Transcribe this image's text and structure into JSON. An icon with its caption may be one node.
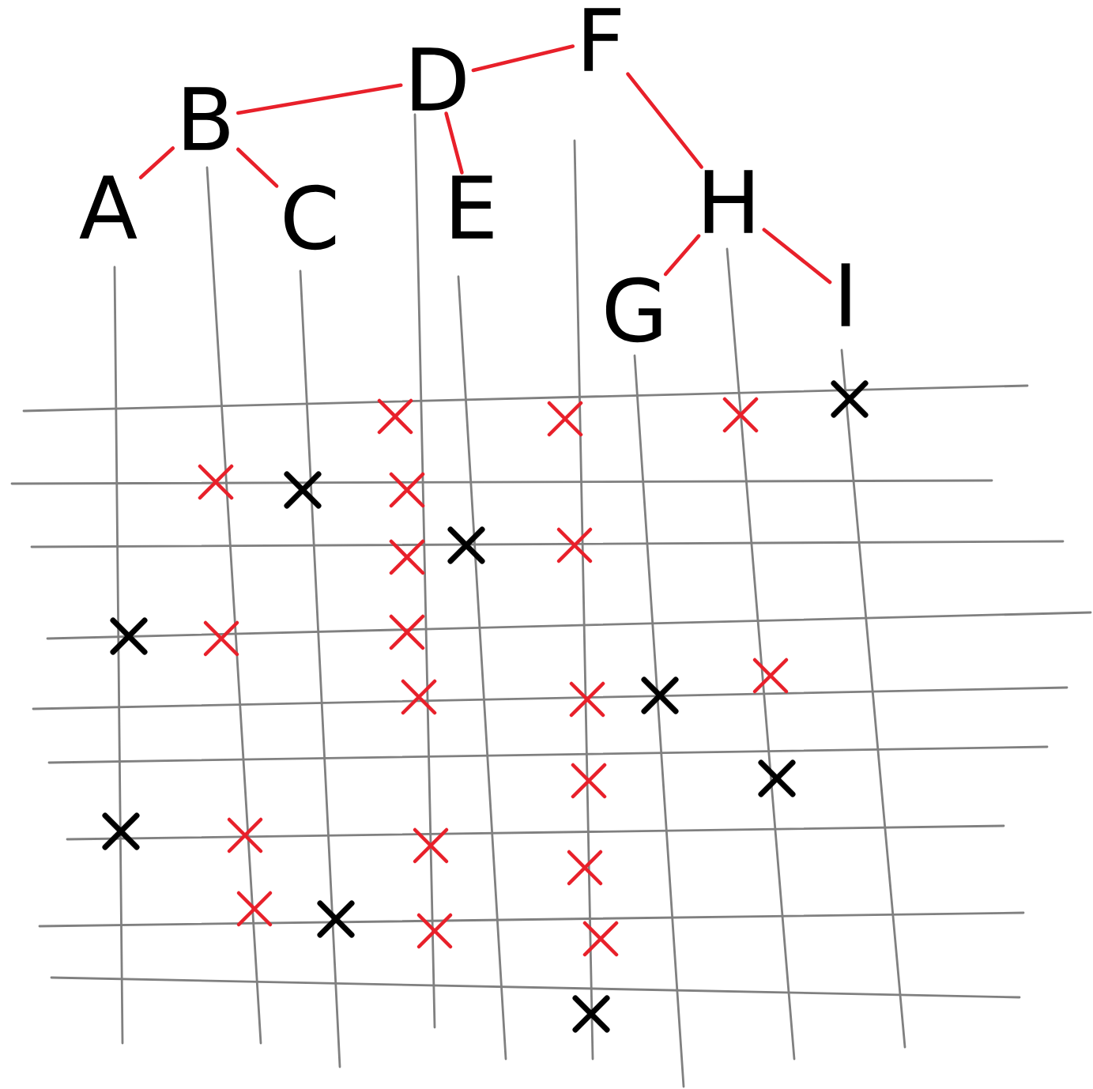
{
  "diagram": {
    "nodes": [
      {
        "text": [
          "F"
        ]
      },
      {
        "text": [
          "D"
        ]
      },
      {
        "text": [
          "B"
        ]
      },
      {
        "text": [
          "A"
        ]
      },
      {
        "text": [
          "C"
        ]
      },
      {
        "text": [
          "E"
        ]
      },
      {
        "text": [
          "H"
        ]
      },
      {
        "text": [
          "G"
        ]
      },
      {
        "text": [
          "I"
        ]
      }
    ],
    "edges": [
      {
        "from": 0,
        "to": 1,
        "arrow": "none"
      },
      {
        "from": 1,
        "to": 2,
        "arrow": "none"
      },
      {
        "from": 2,
        "to": 3,
        "arrow": "none"
      },
      {
        "from": 2,
        "to": 4,
        "arrow": "none"
      },
      {
        "from": 1,
        "to": 5,
        "arrow": "none"
      },
      {
        "from": 0,
        "to": 6,
        "arrow": "none"
      },
      {
        "from": 6,
        "to": 7,
        "arrow": "none"
      },
      {
        "from": 6,
        "to": 8,
        "arrow": "none"
      }
    ]
  }
}
